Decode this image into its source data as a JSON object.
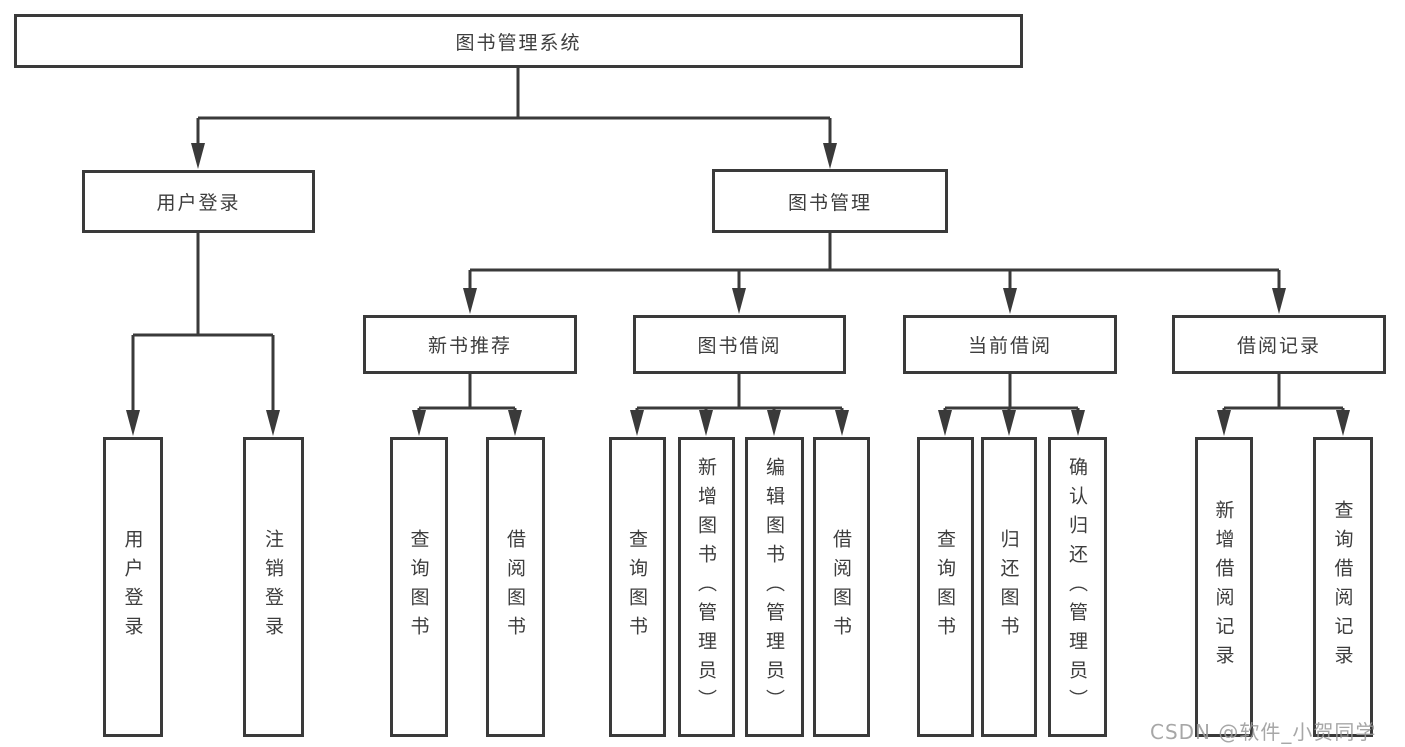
{
  "tree": {
    "root": {
      "label": "图书管理系统"
    },
    "branches": [
      {
        "id": "user-login",
        "label": "用户登录",
        "children": [
          {
            "label": "用户登录"
          },
          {
            "label": "注销登录"
          }
        ]
      },
      {
        "id": "book-management",
        "label": "图书管理",
        "sections": [
          {
            "id": "new-book-recommend",
            "label": "新书推荐",
            "children": [
              {
                "label": "查询图书"
              },
              {
                "label": "借阅图书"
              }
            ]
          },
          {
            "id": "book-borrowing",
            "label": "图书借阅",
            "children": [
              {
                "label": "查询图书"
              },
              {
                "label": "新增图书（管理员）"
              },
              {
                "label": "编辑图书（管理员）"
              },
              {
                "label": "借阅图书"
              }
            ]
          },
          {
            "id": "current-borrowing",
            "label": "当前借阅",
            "children": [
              {
                "label": "查询图书"
              },
              {
                "label": "归还图书"
              },
              {
                "label": "确认归还（管理员）"
              }
            ]
          },
          {
            "id": "borrowing-records",
            "label": "借阅记录",
            "children": [
              {
                "label": "新增借阅记录"
              },
              {
                "label": "查询借阅记录"
              }
            ]
          }
        ]
      }
    ]
  },
  "watermark": {
    "text": "CSDN @软件_小贺同学"
  },
  "colors": {
    "line": "#3a3a3a",
    "text": "#3d3d3d",
    "watermark": "#9b9b9b",
    "background": "#ffffff"
  }
}
